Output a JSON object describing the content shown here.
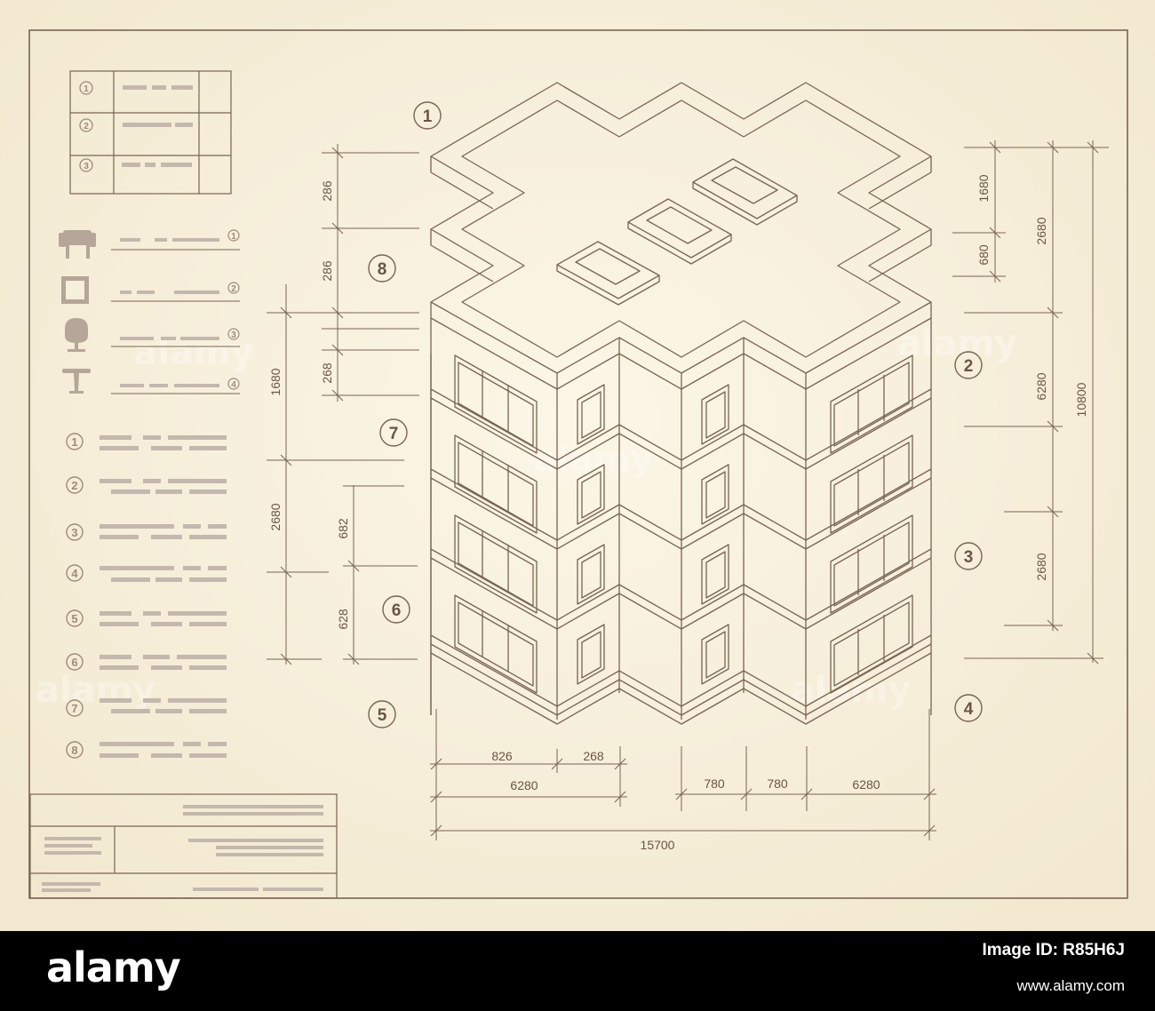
{
  "colors": {
    "paper": "#f6efdb",
    "ink": "#7a6453",
    "placeholder": "#c4b8ae",
    "icon": "#b5a699"
  },
  "drawing": {
    "callouts": [
      "1",
      "2",
      "3",
      "4",
      "5",
      "6",
      "7",
      "8"
    ],
    "table_rows": [
      "1",
      "2",
      "3"
    ],
    "icon_legend": [
      {
        "num": "1",
        "icon": "armchair-icon"
      },
      {
        "num": "2",
        "icon": "picture-frame-icon"
      },
      {
        "num": "3",
        "icon": "egg-chair-icon"
      },
      {
        "num": "4",
        "icon": "pedestal-table-icon"
      }
    ],
    "notes": [
      "1",
      "2",
      "3",
      "4",
      "5",
      "6",
      "7",
      "8"
    ],
    "dims_left": {
      "top_a": "286",
      "top_b": "286",
      "floor_top": "1680",
      "inner": "268",
      "floor_a": "2680",
      "step_a": "682",
      "step_b": "628"
    },
    "dims_right": {
      "r1": "1680",
      "r2": "680",
      "r3": "2680",
      "r4": "6280",
      "r5": "2680",
      "total": "10800"
    },
    "dims_bottom": {
      "b1": "826",
      "b2": "268",
      "b3": "6280",
      "b4": "780",
      "b5": "780",
      "b6": "6280",
      "total": "15700"
    }
  },
  "watermark": "alamy",
  "footer": {
    "logo": "alamy",
    "image_id_line1": "Image ID: R85H6J",
    "url": "www.alamy.com"
  }
}
